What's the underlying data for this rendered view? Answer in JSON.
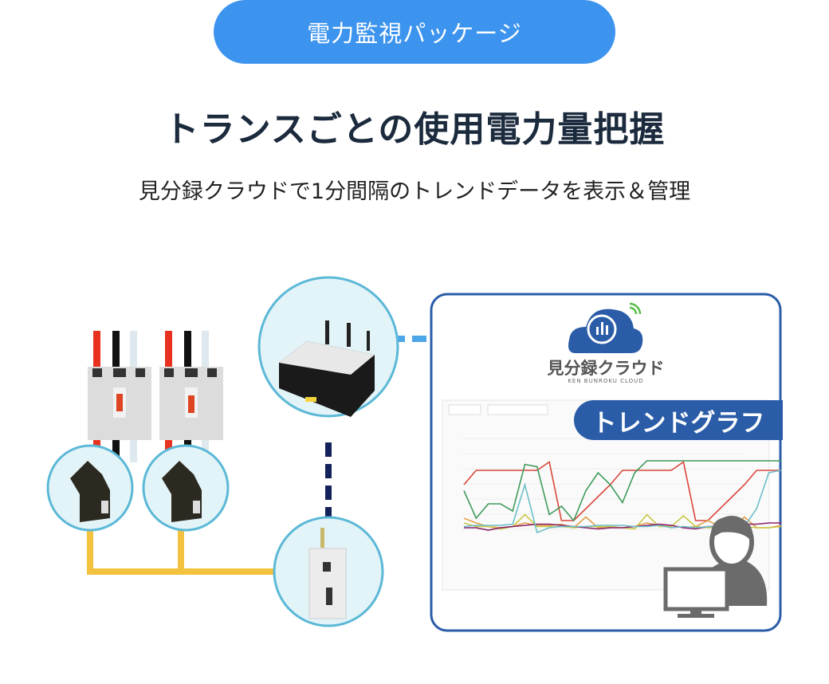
{
  "header": {
    "package_label": "電力監視パッケージ",
    "title": "トランスごとの使用電力量把握",
    "subtitle": "見分録クラウドで1分間隔のトレンドデータを表示＆管理"
  },
  "cloud_panel": {
    "logo_text": "見分録クラウド",
    "logo_sub": "KEN BUNROKU CLOUD",
    "trend_badge": "トレンドグラフ"
  },
  "colors": {
    "accent": "#3d94ee",
    "panel_border": "#2a5ca8",
    "circle_border": "#5bb8d6",
    "circle_fill": "#e3f4f9",
    "wire_yellow": "#f3c23f",
    "dash_navy": "#13235a",
    "dash_blue": "#4da6e8"
  },
  "icons": [
    "breaker-icon",
    "ct-sensor-icon",
    "gateway-icon",
    "sensor-unit-icon",
    "cloud-logo-icon",
    "user-at-monitor-icon"
  ]
}
